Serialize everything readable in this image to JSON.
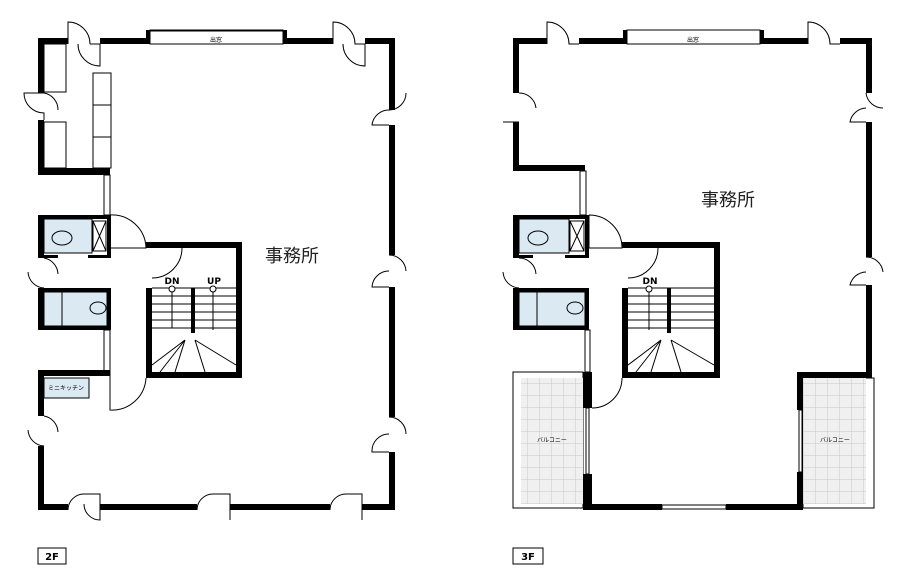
{
  "plans": [
    {
      "floor_label": "2F",
      "main_room": "事務所",
      "window_label": "出窓",
      "kitchen_label": "ミニキッチン",
      "stair_down": "DN",
      "stair_up": "UP"
    },
    {
      "floor_label": "3F",
      "main_room": "事務所",
      "window_label": "出窓",
      "stair_down": "DN",
      "balcony_left": "バルコニー",
      "balcony_right": "バルコニー"
    }
  ]
}
